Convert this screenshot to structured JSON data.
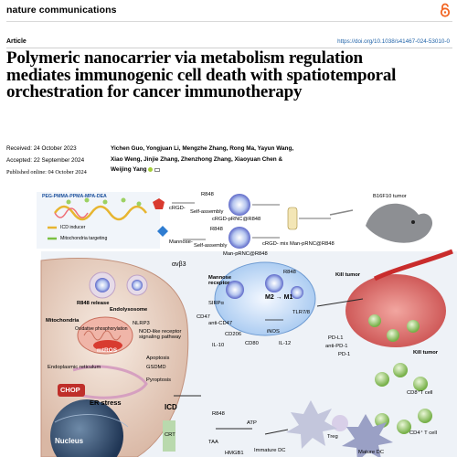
{
  "header": {
    "journal": "nature communications",
    "open_access_icon": "open-access-lock-icon",
    "article_type": "Article",
    "doi": "https://doi.org/10.1038/s41467-024-53010-0"
  },
  "title": "Polymeric nanocarrier via metabolism regulation mediates immunogenic cell death with spatiotemporal orchestration for cancer immunotherapy",
  "dates": {
    "received": "Received: 24 October 2023",
    "accepted": "Accepted: 22 September 2024",
    "published": "Published online: 04 October 2024"
  },
  "authors": {
    "line1": "Yichen Guo",
    "line1_rest": ", Yongjuan Li, Mengzhe Zhang, Rong Ma, Yayun Wang,",
    "line2": "Xiao Weng, Jinjie Zhang, Zhenzhong Zhang, Xiaoyuan Chen &",
    "line3": "Weijing Yang"
  },
  "figure": {
    "labels": {
      "polymer": "PEG-PMMA-PPMA-MPA-DEA",
      "icd_inducer": "ICD inducer",
      "mito": "Mitochondria targeting",
      "crgd": "cRGD-",
      "mannose": "Mannose-",
      "r848_a": "R848",
      "r848_b": "R848",
      "self_a": "Self-assembly",
      "self_b": "Self-assembly",
      "crgd_np": "cRGD-pRNC@R848",
      "man_np": "Man-pRNC@R848",
      "mix": "cRGD- mix Man-pRNC@R848",
      "tumor": "B16F10 tumor",
      "avb3": "αvβ3",
      "r848_release": "R848 release",
      "endolysosome": "Endolysosome",
      "mitochondria": "Mitochondria",
      "oxphos": "Oxidative phosphorylation",
      "nlrp3": "NLRP3",
      "nod": "NOD-like receptor signaling pathway",
      "mtros": "mtROS",
      "apoptosis": "Apoptosis",
      "gsdmd": "GSDMD",
      "pyroptosis": "Pyroptosis",
      "er": "Endoplasmic reticulum",
      "chop": "CHOP",
      "er_stress": "ER stress",
      "nucleus": "Nucleus",
      "icd": "ICD",
      "crt": "CRT",
      "mannose_receptor": "Mannose receptor",
      "sirpa": "SIRPα",
      "cd47": "CD47",
      "anti_cd47": "anti-CD47",
      "r848_c": "R848",
      "m2m1": "M2 → M1",
      "tlr": "TLR7/8",
      "cd206": "CD206",
      "inos": "iNOS",
      "il10": "IL-10",
      "cd80": "CD80",
      "il12": "IL-12",
      "kill_a": "Kill tumor",
      "pdl1": "PD-L1",
      "antipd1": "anti-PD-1",
      "pd1": "PD-1",
      "kill_b": "Kill tumor",
      "cd8": "CD8⁺T cell",
      "treg": "Treg",
      "cd4": "CD4⁺ T cell",
      "r848_d": "R848",
      "taa": "TAA",
      "atp": "ATP",
      "hmgb1": "HMGB1",
      "immature_dc": "Immature DC",
      "mature_dc": "Mature DC"
    }
  }
}
